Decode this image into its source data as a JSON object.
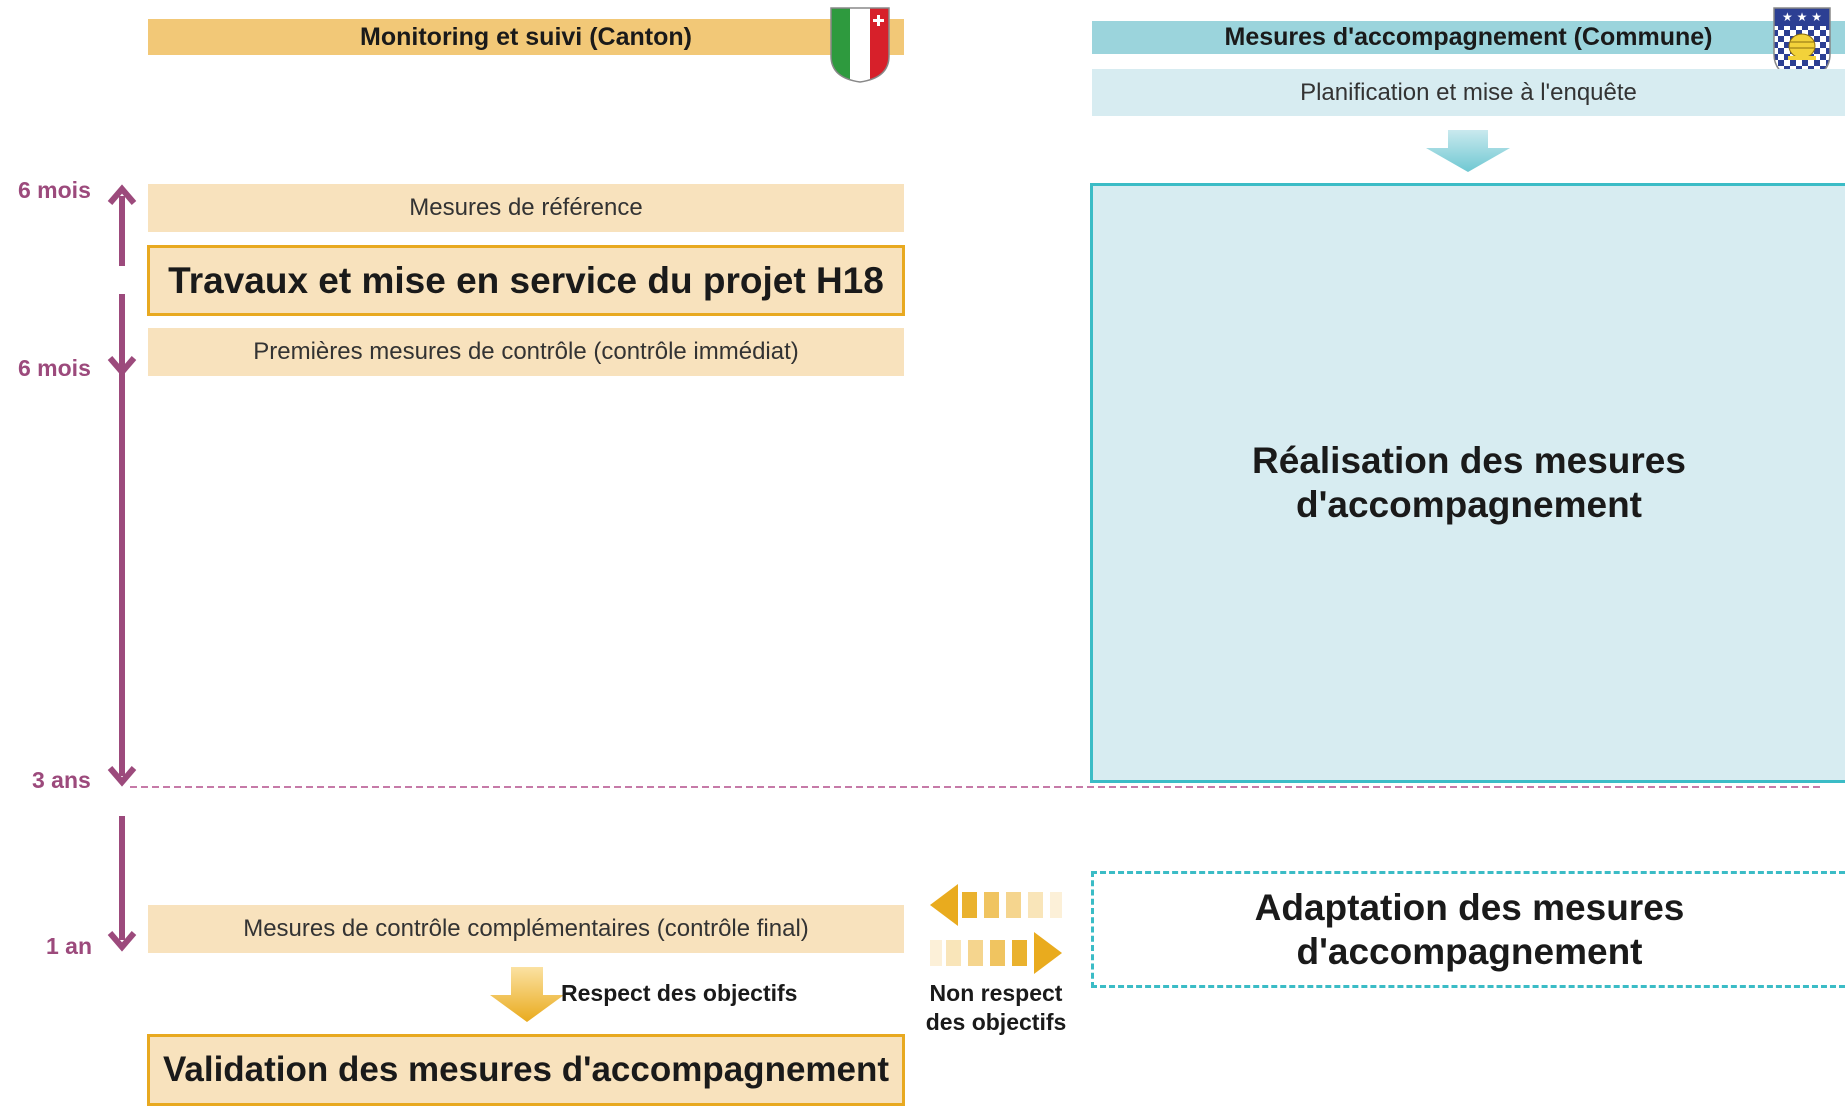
{
  "canton": {
    "header": "Monitoring et suivi (Canton)",
    "reference": "Mesures de référence",
    "works": "Travaux et mise en service du projet H18",
    "first_controls": "Premières mesures de contrôle (contrôle immédiat)",
    "complementary": "Mesures de contrôle complémentaires (contrôle final)",
    "respect": "Respect des objectifs",
    "validation": "Validation des mesures d'accompagnement"
  },
  "commune": {
    "header": "Mesures d'accompagnement (Commune)",
    "planning": "Planification et mise à l'enquête",
    "realisation": "Réalisation des mesures d'accompagnement",
    "adaptation": "Adaptation des mesures d'accompagnement"
  },
  "non_respect": "Non respect des objectifs",
  "timeline": {
    "t1": "6 mois",
    "t2": "6 mois",
    "t3": "3 ans",
    "t4": "1 an"
  },
  "colors": {
    "canton_header": "#f2c877",
    "canton_box": "#f8e2bd",
    "canton_border": "#e8a920",
    "commune_header": "#9bd4dc",
    "commune_box": "#d7ecf1",
    "commune_border": "#3bbcc6",
    "timeline": "#9c4a7c",
    "arrow_gold": "#e9ab1e"
  }
}
